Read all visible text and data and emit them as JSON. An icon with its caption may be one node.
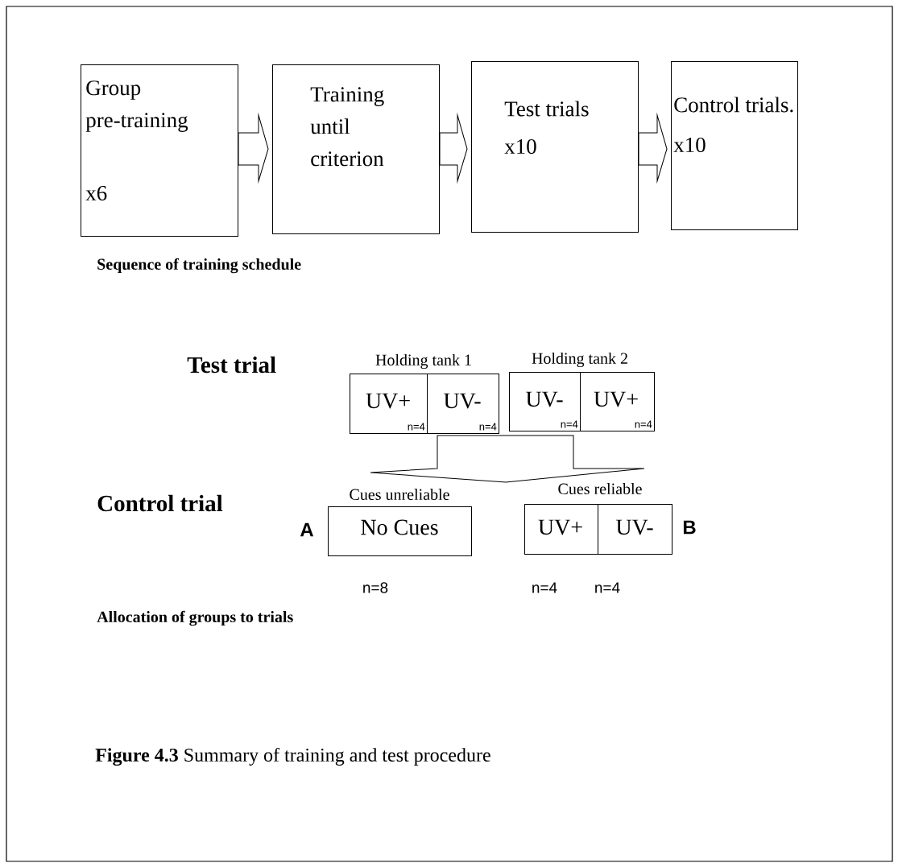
{
  "diagram": {
    "caption": "**Figure 4.3** Summary of training and test procedure",
    "nodes": [
      {
        "text": [
          "Group pre-training",
          "x6"
        ]
      },
      {
        "text": [
          "Training until criterion"
        ]
      },
      {
        "text": [
          "Test trials",
          "x10"
        ]
      },
      {
        "text": [
          "Control trials.",
          "x10"
        ]
      },
      {
        "text": [
          "Holding tank 1"
        ]
      },
      {
        "text": [
          "UV+",
          "n=4"
        ],
        "in": 4
      },
      {
        "text": [
          "UV-",
          "n=4"
        ],
        "in": 4
      },
      {
        "text": [
          "Holding tank 2"
        ]
      },
      {
        "text": [
          "UV-",
          "n=4"
        ],
        "in": 7
      },
      {
        "text": [
          "UV+",
          "n=4"
        ],
        "in": 7
      },
      {
        "text": [
          "Cues unreliable",
          "No Cues"
        ],
        "beside": [
          "A",
          "n=8"
        ]
      },
      {
        "text": [
          "Cues reliable"
        ],
        "beside": [
          "B"
        ]
      },
      {
        "text": [
          "UV+"
        ],
        "beside": [
          "n=4"
        ],
        "in": 11
      },
      {
        "text": [
          "UV-"
        ],
        "beside": [
          "n=4"
        ],
        "in": 11
      }
    ],
    "edges": [
      {
        "from": 0,
        "to": 1,
        "arrow": "to"
      },
      {
        "from": 1,
        "to": 2,
        "arrow": "to"
      },
      {
        "from": 2,
        "to": 3,
        "arrow": "to"
      },
      {
        "from": 4,
        "to": 10,
        "arrow": "to"
      },
      {
        "from": 4,
        "to": 11,
        "arrow": "to"
      },
      {
        "from": 7,
        "to": 10,
        "arrow": "to"
      },
      {
        "from": 7,
        "to": 11,
        "arrow": "to"
      }
    ],
    "labels": [
      "Sequence of training schedule",
      "Test trial",
      "Control trial",
      "Allocation of groups to trials"
    ]
  }
}
